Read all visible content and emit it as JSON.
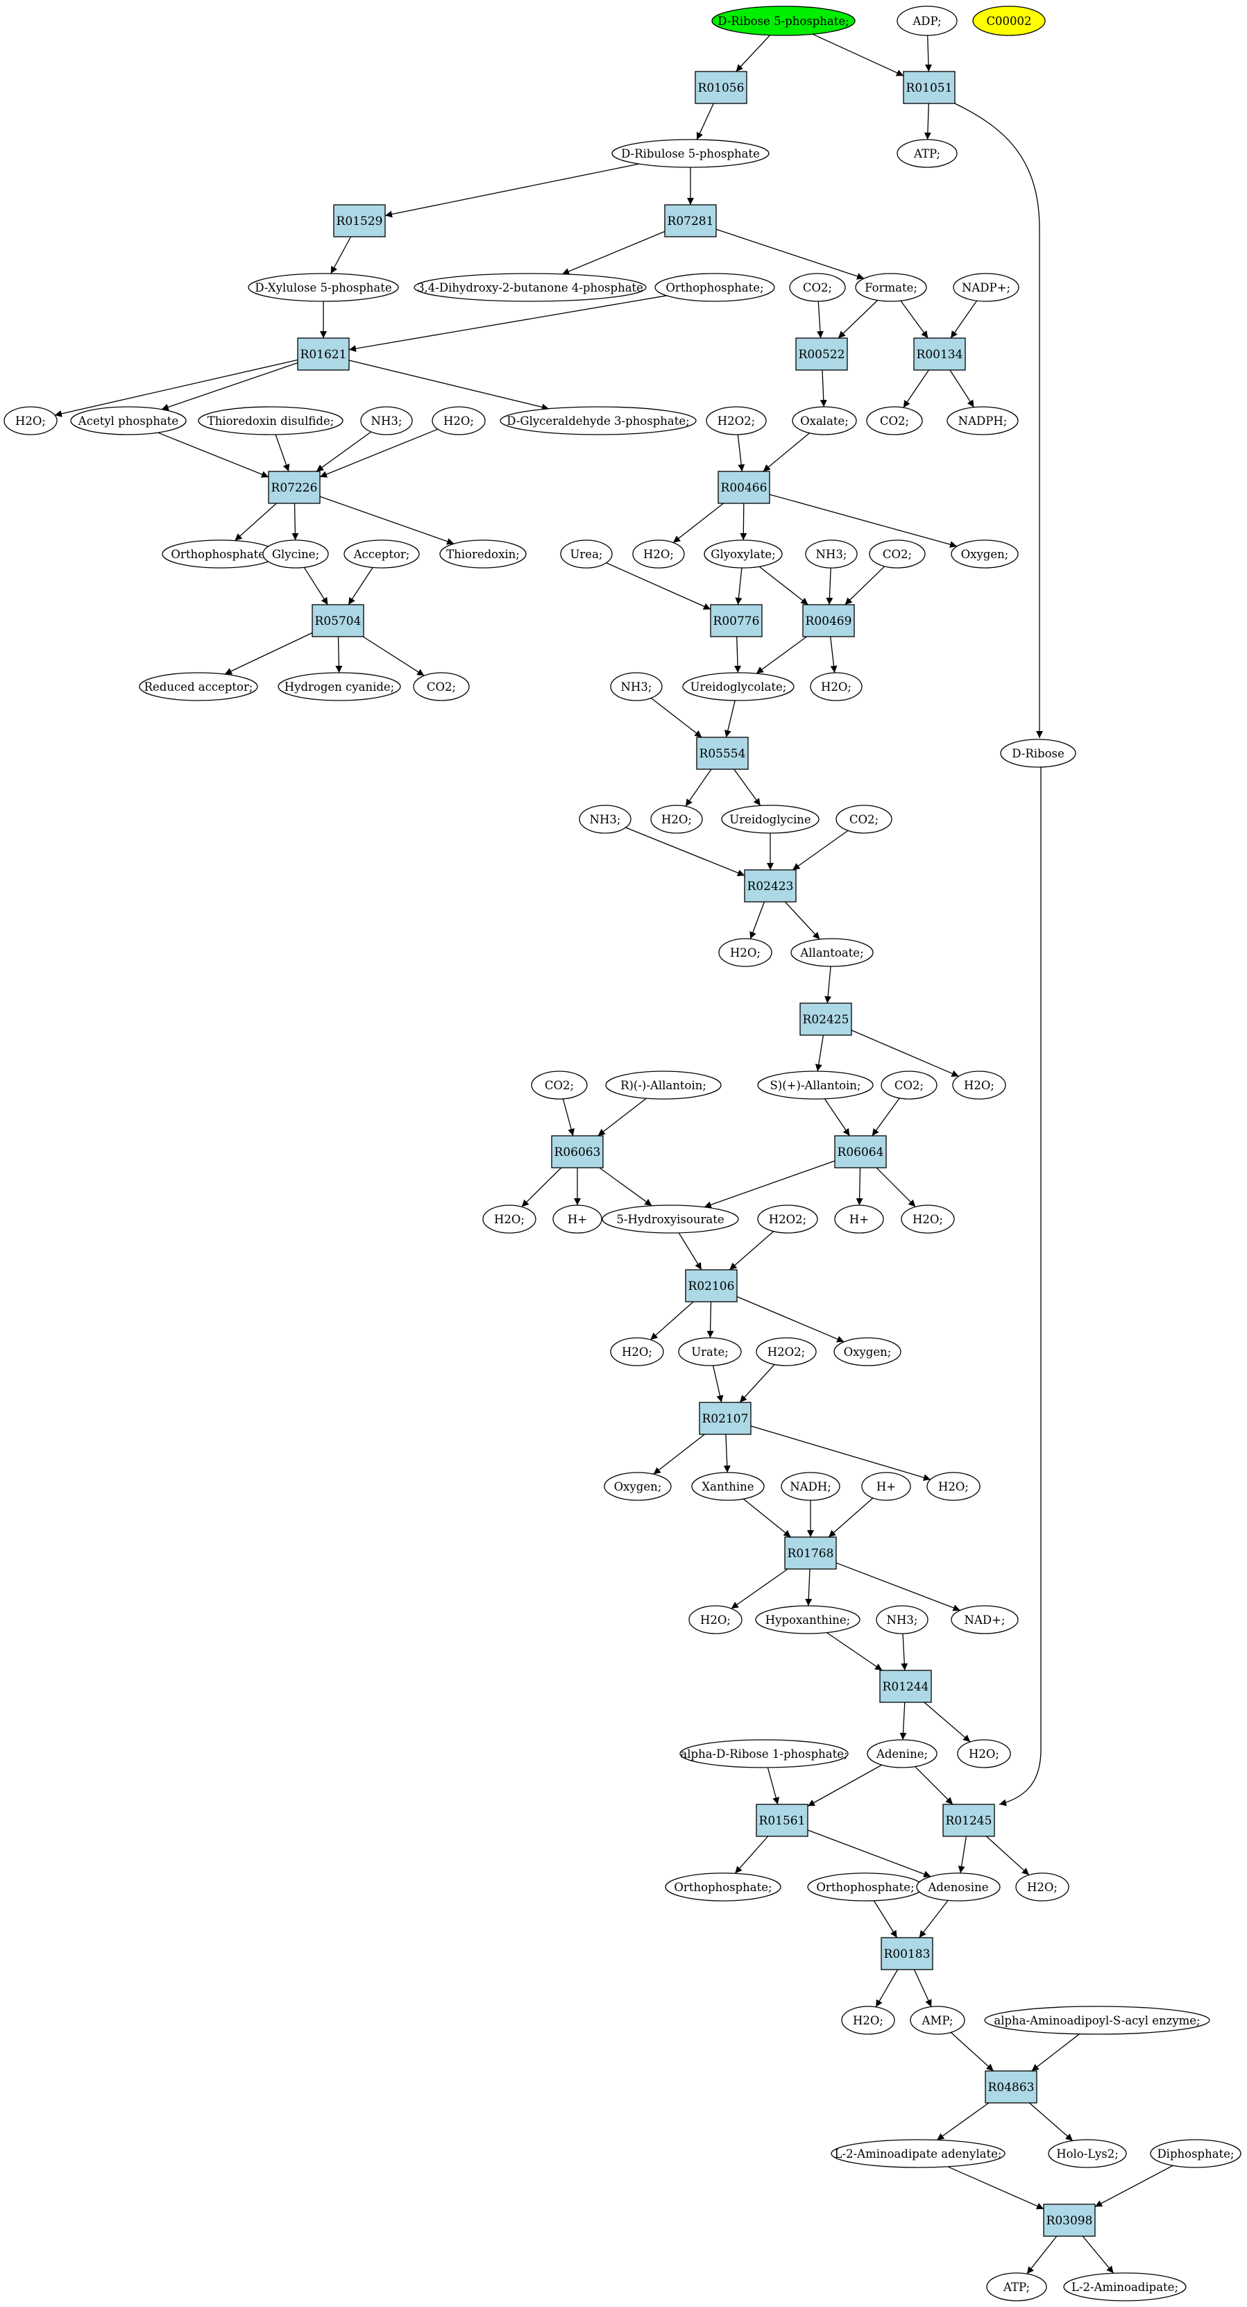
{
  "colors": {
    "reaction_fill": "#add8e6",
    "compound_fill": "#ffffff",
    "start_fill": "#00ee00",
    "highlight_fill": "#ffff00"
  },
  "nodes": [
    {
      "id": "c_r5p",
      "kind": "compound",
      "label": "D-Ribose 5-phosphate;",
      "fill": "start_fill"
    },
    {
      "id": "c_adp",
      "kind": "compound",
      "label": "ADP;"
    },
    {
      "id": "c_c00002",
      "kind": "compound",
      "label": "C00002",
      "fill": "highlight_fill"
    },
    {
      "id": "r01056",
      "kind": "reaction",
      "label": "R01056"
    },
    {
      "id": "r01051",
      "kind": "reaction",
      "label": "R01051"
    },
    {
      "id": "c_ru5p",
      "kind": "compound",
      "label": "D-Ribulose 5-phosphate"
    },
    {
      "id": "c_atp1",
      "kind": "compound",
      "label": "ATP;"
    },
    {
      "id": "r01529",
      "kind": "reaction",
      "label": "R01529"
    },
    {
      "id": "r07281",
      "kind": "reaction",
      "label": "R07281"
    },
    {
      "id": "c_xu5p",
      "kind": "compound",
      "label": "D-Xylulose 5-phosphate"
    },
    {
      "id": "c_dhbp",
      "kind": "compound",
      "label": "3,4-Dihydroxy-2-butanone 4-phosphate"
    },
    {
      "id": "c_pi1",
      "kind": "compound",
      "label": "Orthophosphate;"
    },
    {
      "id": "c_co2a",
      "kind": "compound",
      "label": "CO2;"
    },
    {
      "id": "c_formate",
      "kind": "compound",
      "label": "Formate;"
    },
    {
      "id": "c_nadp",
      "kind": "compound",
      "label": "NADP+;"
    },
    {
      "id": "r01621",
      "kind": "reaction",
      "label": "R01621"
    },
    {
      "id": "r00522",
      "kind": "reaction",
      "label": "R00522"
    },
    {
      "id": "r00134",
      "kind": "reaction",
      "label": "R00134"
    },
    {
      "id": "c_h2o1",
      "kind": "compound",
      "label": "H2O;"
    },
    {
      "id": "c_acp",
      "kind": "compound",
      "label": "Acetyl phosphate"
    },
    {
      "id": "c_trxss",
      "kind": "compound",
      "label": "Thioredoxin disulfide;"
    },
    {
      "id": "c_nh3a",
      "kind": "compound",
      "label": "NH3;"
    },
    {
      "id": "c_h2o2",
      "kind": "compound",
      "label": "H2O;"
    },
    {
      "id": "c_gap",
      "kind": "compound",
      "label": "D-Glyceraldehyde 3-phosphate;"
    },
    {
      "id": "c_h2o2a",
      "kind": "compound",
      "label": "H2O2;"
    },
    {
      "id": "c_oxalate",
      "kind": "compound",
      "label": "Oxalate;"
    },
    {
      "id": "c_co2b",
      "kind": "compound",
      "label": "CO2;"
    },
    {
      "id": "c_nadph",
      "kind": "compound",
      "label": "NADPH;"
    },
    {
      "id": "r07226",
      "kind": "reaction",
      "label": "R07226"
    },
    {
      "id": "r00466",
      "kind": "reaction",
      "label": "R00466"
    },
    {
      "id": "c_pi2",
      "kind": "compound",
      "label": "Orthophosphate;"
    },
    {
      "id": "c_glycine",
      "kind": "compound",
      "label": "Glycine;"
    },
    {
      "id": "c_acceptor",
      "kind": "compound",
      "label": "Acceptor;"
    },
    {
      "id": "c_trx",
      "kind": "compound",
      "label": "Thioredoxin;"
    },
    {
      "id": "c_urea",
      "kind": "compound",
      "label": "Urea;"
    },
    {
      "id": "c_h2o3",
      "kind": "compound",
      "label": "H2O;"
    },
    {
      "id": "c_glyox",
      "kind": "compound",
      "label": "Glyoxylate;"
    },
    {
      "id": "c_nh3b",
      "kind": "compound",
      "label": "NH3;"
    },
    {
      "id": "c_co2c",
      "kind": "compound",
      "label": "CO2;"
    },
    {
      "id": "c_o2a",
      "kind": "compound",
      "label": "Oxygen;"
    },
    {
      "id": "r05704",
      "kind": "reaction",
      "label": "R05704"
    },
    {
      "id": "r00776",
      "kind": "reaction",
      "label": "R00776"
    },
    {
      "id": "r00469",
      "kind": "reaction",
      "label": "R00469"
    },
    {
      "id": "c_redacc",
      "kind": "compound",
      "label": "Reduced acceptor;"
    },
    {
      "id": "c_hcn",
      "kind": "compound",
      "label": "Hydrogen cyanide;"
    },
    {
      "id": "c_co2d",
      "kind": "compound",
      "label": "CO2;"
    },
    {
      "id": "c_nh3c",
      "kind": "compound",
      "label": "NH3;"
    },
    {
      "id": "c_ureidoglycolate",
      "kind": "compound",
      "label": "Ureidoglycolate;"
    },
    {
      "id": "c_h2o4",
      "kind": "compound",
      "label": "H2O;"
    },
    {
      "id": "c_ribose",
      "kind": "compound",
      "label": "D-Ribose"
    },
    {
      "id": "r05554",
      "kind": "reaction",
      "label": "R05554"
    },
    {
      "id": "c_nh3d",
      "kind": "compound",
      "label": "NH3;"
    },
    {
      "id": "c_h2o5",
      "kind": "compound",
      "label": "H2O;"
    },
    {
      "id": "c_ureidoglycine",
      "kind": "compound",
      "label": "Ureidoglycine"
    },
    {
      "id": "c_co2e",
      "kind": "compound",
      "label": "CO2;"
    },
    {
      "id": "r02423",
      "kind": "reaction",
      "label": "R02423"
    },
    {
      "id": "c_h2o6",
      "kind": "compound",
      "label": "H2O;"
    },
    {
      "id": "c_allantoate",
      "kind": "compound",
      "label": "Allantoate;"
    },
    {
      "id": "r02425",
      "kind": "reaction",
      "label": "R02425"
    },
    {
      "id": "c_co2f",
      "kind": "compound",
      "label": "CO2;"
    },
    {
      "id": "c_rallantoin",
      "kind": "compound",
      "label": "R)(-)-Allantoin;"
    },
    {
      "id": "c_sallantoin",
      "kind": "compound",
      "label": "S)(+)-Allantoin;"
    },
    {
      "id": "c_co2g",
      "kind": "compound",
      "label": "CO2;"
    },
    {
      "id": "c_h2o7",
      "kind": "compound",
      "label": "H2O;"
    },
    {
      "id": "r06063",
      "kind": "reaction",
      "label": "R06063"
    },
    {
      "id": "r06064",
      "kind": "reaction",
      "label": "R06064"
    },
    {
      "id": "c_h2o8",
      "kind": "compound",
      "label": "H2O;"
    },
    {
      "id": "c_hplus1",
      "kind": "compound",
      "label": "H+"
    },
    {
      "id": "c_5hiu",
      "kind": "compound",
      "label": "5-Hydroxyisourate"
    },
    {
      "id": "c_h2o2b",
      "kind": "compound",
      "label": "H2O2;"
    },
    {
      "id": "c_hplus2",
      "kind": "compound",
      "label": "H+"
    },
    {
      "id": "c_h2o9",
      "kind": "compound",
      "label": "H2O;"
    },
    {
      "id": "r02106",
      "kind": "reaction",
      "label": "R02106"
    },
    {
      "id": "c_h2o10",
      "kind": "compound",
      "label": "H2O;"
    },
    {
      "id": "c_urate",
      "kind": "compound",
      "label": "Urate;"
    },
    {
      "id": "c_h2o2c",
      "kind": "compound",
      "label": "H2O2;"
    },
    {
      "id": "c_o2b",
      "kind": "compound",
      "label": "Oxygen;"
    },
    {
      "id": "r02107",
      "kind": "reaction",
      "label": "R02107"
    },
    {
      "id": "c_o2c",
      "kind": "compound",
      "label": "Oxygen;"
    },
    {
      "id": "c_xanthine",
      "kind": "compound",
      "label": "Xanthine"
    },
    {
      "id": "c_nadh",
      "kind": "compound",
      "label": "NADH;"
    },
    {
      "id": "c_hplus3",
      "kind": "compound",
      "label": "H+"
    },
    {
      "id": "c_h2o11",
      "kind": "compound",
      "label": "H2O;"
    },
    {
      "id": "r01768",
      "kind": "reaction",
      "label": "R01768"
    },
    {
      "id": "c_h2o12",
      "kind": "compound",
      "label": "H2O;"
    },
    {
      "id": "c_hypoxanthine",
      "kind": "compound",
      "label": "Hypoxanthine;"
    },
    {
      "id": "c_nh3e",
      "kind": "compound",
      "label": "NH3;"
    },
    {
      "id": "c_nad",
      "kind": "compound",
      "label": "NAD+;"
    },
    {
      "id": "r01244",
      "kind": "reaction",
      "label": "R01244"
    },
    {
      "id": "c_adr1p",
      "kind": "compound",
      "label": "alpha-D-Ribose 1-phosphate;"
    },
    {
      "id": "c_adenine",
      "kind": "compound",
      "label": "Adenine;"
    },
    {
      "id": "c_h2o13",
      "kind": "compound",
      "label": "H2O;"
    },
    {
      "id": "r01561",
      "kind": "reaction",
      "label": "R01561"
    },
    {
      "id": "r01245",
      "kind": "reaction",
      "label": "R01245"
    },
    {
      "id": "c_pi3",
      "kind": "compound",
      "label": "Orthophosphate;"
    },
    {
      "id": "c_pi4",
      "kind": "compound",
      "label": "Orthophosphate;"
    },
    {
      "id": "c_adenosine",
      "kind": "compound",
      "label": "Adenosine"
    },
    {
      "id": "c_h2o14",
      "kind": "compound",
      "label": "H2O;"
    },
    {
      "id": "r00183",
      "kind": "reaction",
      "label": "R00183"
    },
    {
      "id": "c_h2o15",
      "kind": "compound",
      "label": "H2O;"
    },
    {
      "id": "c_amp",
      "kind": "compound",
      "label": "AMP;"
    },
    {
      "id": "c_aaae",
      "kind": "compound",
      "label": "alpha-Aminoadipoyl-S-acyl enzyme;"
    },
    {
      "id": "r04863",
      "kind": "reaction",
      "label": "R04863"
    },
    {
      "id": "c_l2aa_ad",
      "kind": "compound",
      "label": "L-2-Aminoadipate adenylate;"
    },
    {
      "id": "c_holo",
      "kind": "compound",
      "label": "Holo-Lys2;"
    },
    {
      "id": "c_ppi",
      "kind": "compound",
      "label": "Diphosphate;"
    },
    {
      "id": "r03098",
      "kind": "reaction",
      "label": "R03098"
    },
    {
      "id": "c_atp2",
      "kind": "compound",
      "label": "ATP;"
    },
    {
      "id": "c_l2aa",
      "kind": "compound",
      "label": "L-2-Aminoadipate;"
    }
  ],
  "edges": [
    [
      "c_r5p",
      "r01056"
    ],
    [
      "c_r5p",
      "r01051"
    ],
    [
      "c_adp",
      "r01051"
    ],
    [
      "r01056",
      "c_ru5p"
    ],
    [
      "r01051",
      "c_atp1"
    ],
    [
      "r01051",
      "c_ribose"
    ],
    [
      "c_ru5p",
      "r01529"
    ],
    [
      "c_ru5p",
      "r07281"
    ],
    [
      "r01529",
      "c_xu5p"
    ],
    [
      "r07281",
      "c_dhbp"
    ],
    [
      "r07281",
      "c_formate"
    ],
    [
      "c_xu5p",
      "r01621"
    ],
    [
      "c_pi1",
      "r01621"
    ],
    [
      "c_co2a",
      "r00522"
    ],
    [
      "c_formate",
      "r00522"
    ],
    [
      "c_formate",
      "r00134"
    ],
    [
      "c_nadp",
      "r00134"
    ],
    [
      "r01621",
      "c_h2o1"
    ],
    [
      "r01621",
      "c_acp"
    ],
    [
      "r01621",
      "c_gap"
    ],
    [
      "r00522",
      "c_oxalate"
    ],
    [
      "r00134",
      "c_co2b"
    ],
    [
      "r00134",
      "c_nadph"
    ],
    [
      "c_acp",
      "r07226"
    ],
    [
      "c_trxss",
      "r07226"
    ],
    [
      "c_nh3a",
      "r07226"
    ],
    [
      "c_h2o2",
      "r07226"
    ],
    [
      "c_h2o2a",
      "r00466"
    ],
    [
      "c_oxalate",
      "r00466"
    ],
    [
      "r07226",
      "c_pi2"
    ],
    [
      "r07226",
      "c_glycine"
    ],
    [
      "r07226",
      "c_trx"
    ],
    [
      "r00466",
      "c_h2o3"
    ],
    [
      "r00466",
      "c_glyox"
    ],
    [
      "r00466",
      "c_o2a"
    ],
    [
      "c_glycine",
      "r05704"
    ],
    [
      "c_acceptor",
      "r05704"
    ],
    [
      "c_urea",
      "r00776"
    ],
    [
      "c_glyox",
      "r00776"
    ],
    [
      "c_glyox",
      "r00469"
    ],
    [
      "c_nh3b",
      "r00469"
    ],
    [
      "c_co2c",
      "r00469"
    ],
    [
      "r05704",
      "c_redacc"
    ],
    [
      "r05704",
      "c_hcn"
    ],
    [
      "r05704",
      "c_co2d"
    ],
    [
      "r00776",
      "c_ureidoglycolate"
    ],
    [
      "r00469",
      "c_ureidoglycolate"
    ],
    [
      "r00469",
      "c_h2o4"
    ],
    [
      "c_nh3c",
      "r05554"
    ],
    [
      "c_ureidoglycolate",
      "r05554"
    ],
    [
      "r05554",
      "c_h2o5"
    ],
    [
      "r05554",
      "c_ureidoglycine"
    ],
    [
      "c_nh3d",
      "r02423"
    ],
    [
      "c_ureidoglycine",
      "r02423"
    ],
    [
      "c_co2e",
      "r02423"
    ],
    [
      "r02423",
      "c_h2o6"
    ],
    [
      "r02423",
      "c_allantoate"
    ],
    [
      "c_allantoate",
      "r02425"
    ],
    [
      "r02425",
      "c_sallantoin"
    ],
    [
      "r02425",
      "c_h2o7"
    ],
    [
      "c_co2f",
      "r06063"
    ],
    [
      "c_rallantoin",
      "r06063"
    ],
    [
      "c_sallantoin",
      "r06064"
    ],
    [
      "c_co2g",
      "r06064"
    ],
    [
      "r06063",
      "c_h2o8"
    ],
    [
      "r06063",
      "c_hplus1"
    ],
    [
      "r06063",
      "c_5hiu"
    ],
    [
      "r06064",
      "c_5hiu"
    ],
    [
      "r06064",
      "c_hplus2"
    ],
    [
      "r06064",
      "c_h2o9"
    ],
    [
      "c_5hiu",
      "r02106"
    ],
    [
      "c_h2o2b",
      "r02106"
    ],
    [
      "r02106",
      "c_h2o10"
    ],
    [
      "r02106",
      "c_urate"
    ],
    [
      "r02106",
      "c_o2b"
    ],
    [
      "c_urate",
      "r02107"
    ],
    [
      "c_h2o2c",
      "r02107"
    ],
    [
      "r02107",
      "c_o2c"
    ],
    [
      "r02107",
      "c_xanthine"
    ],
    [
      "r02107",
      "c_h2o11"
    ],
    [
      "c_xanthine",
      "r01768"
    ],
    [
      "c_nadh",
      "r01768"
    ],
    [
      "c_hplus3",
      "r01768"
    ],
    [
      "r01768",
      "c_h2o12"
    ],
    [
      "r01768",
      "c_hypoxanthine"
    ],
    [
      "r01768",
      "c_nad"
    ],
    [
      "c_hypoxanthine",
      "r01244"
    ],
    [
      "c_nh3e",
      "r01244"
    ],
    [
      "r01244",
      "c_adenine"
    ],
    [
      "r01244",
      "c_h2o13"
    ],
    [
      "c_adr1p",
      "r01561"
    ],
    [
      "c_adenine",
      "r01561"
    ],
    [
      "c_adenine",
      "r01245"
    ],
    [
      "c_ribose",
      "r01245"
    ],
    [
      "r01561",
      "c_pi3"
    ],
    [
      "r01561",
      "c_adenosine"
    ],
    [
      "r01245",
      "c_adenosine"
    ],
    [
      "r01245",
      "c_h2o14"
    ],
    [
      "c_pi4",
      "r00183"
    ],
    [
      "c_adenosine",
      "r00183"
    ],
    [
      "r00183",
      "c_h2o15"
    ],
    [
      "r00183",
      "c_amp"
    ],
    [
      "c_amp",
      "r04863"
    ],
    [
      "c_aaae",
      "r04863"
    ],
    [
      "r04863",
      "c_l2aa_ad"
    ],
    [
      "r04863",
      "c_holo"
    ],
    [
      "c_l2aa_ad",
      "r03098"
    ],
    [
      "c_ppi",
      "r03098"
    ],
    [
      "r03098",
      "c_atp2"
    ],
    [
      "r03098",
      "c_l2aa"
    ]
  ]
}
